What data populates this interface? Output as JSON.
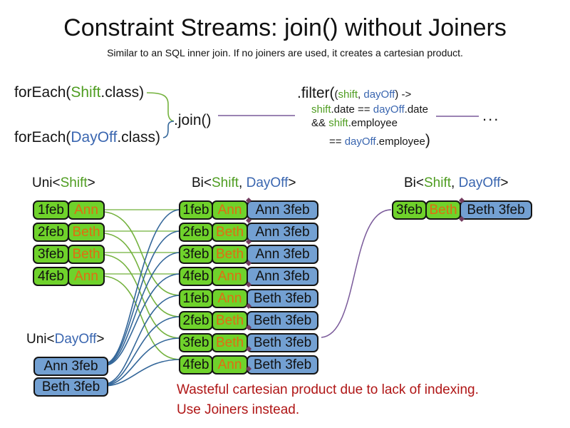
{
  "title": "Constraint Streams: join() without Joiners",
  "subtitle": "Similar to an SQL inner join. If no joiners are used, it creates a cartesian product.",
  "code": {
    "foreach_shift": {
      "pre": "forEach(",
      "cls": "Shift",
      "post": ".class)"
    },
    "foreach_dayoff": {
      "pre": "forEach(",
      "cls": "DayOff",
      "post": ".class)"
    },
    "join": ".join()",
    "filter": {
      "l1_pre": ".filter(",
      "l1_paren": "(",
      "l1_shift": "shift",
      "l1_comma": ", ",
      "l1_dayoff": "dayOff",
      "l1_post": ") ->",
      "l2_shift": "shift",
      "l2_mid": ".date == ",
      "l2_dayoff": "dayOff",
      "l2_post": ".date",
      "l3_pre": "&& ",
      "l3_shift": "shift",
      "l3_post": ".employee",
      "l4_pre": "== ",
      "l4_dayoff": "dayOff",
      "l4_post": ".employee",
      "l4_close": ")"
    },
    "ellipsis": "..."
  },
  "labels": {
    "uni_shift": {
      "pre": "Uni<",
      "shift": "Shift",
      "post": ">"
    },
    "bi_mid": {
      "pre": "Bi<",
      "shift": "Shift",
      "comma": ", ",
      "dayoff": "DayOff",
      "post": ">"
    },
    "bi_right": {
      "pre": "Bi<",
      "shift": "Shift",
      "comma": ", ",
      "dayoff": "DayOff",
      "post": ">"
    },
    "uni_dayoff": {
      "pre": "Uni<",
      "dayoff": "DayOff",
      "post": ">"
    }
  },
  "uni_shift_rows": [
    {
      "date": "1feb",
      "name": "Ann"
    },
    {
      "date": "2feb",
      "name": "Beth"
    },
    {
      "date": "3feb",
      "name": "Beth"
    },
    {
      "date": "4feb",
      "name": "Ann"
    }
  ],
  "bi_rows": [
    {
      "date": "1feb",
      "name": "Ann",
      "combo": "Ann 3feb"
    },
    {
      "date": "2feb",
      "name": "Beth",
      "combo": "Ann 3feb"
    },
    {
      "date": "3feb",
      "name": "Beth",
      "combo": "Ann 3feb"
    },
    {
      "date": "4feb",
      "name": "Ann",
      "combo": "Ann 3feb"
    },
    {
      "date": "1feb",
      "name": "Ann",
      "combo": "Beth 3feb"
    },
    {
      "date": "2feb",
      "name": "Beth",
      "combo": "Beth 3feb"
    },
    {
      "date": "3feb",
      "name": "Beth",
      "combo": "Beth 3feb"
    },
    {
      "date": "4feb",
      "name": "Ann",
      "combo": "Beth 3feb"
    }
  ],
  "bi_right_row": {
    "date": "3feb",
    "name": "Beth",
    "combo": "Beth 3feb"
  },
  "uni_dayoff_rows": [
    {
      "text": "Ann 3feb"
    },
    {
      "text": "Beth 3feb"
    }
  ],
  "warning": {
    "line1": "Wasteful cartesian product due to lack of indexing.",
    "line2": "Use Joiners instead."
  },
  "colors": {
    "cell_green": "#6fd22b",
    "cell_blue": "#73a0d2",
    "code_green": "#4f9d21",
    "code_blue": "#3a66b0",
    "orange_text": "#e06d13",
    "connector_green": "#74b23e",
    "connector_blue": "#336699",
    "connector_purple": "#7a5a9a",
    "diamond_purple": "#733b5f",
    "warning_red": "#b01616"
  }
}
